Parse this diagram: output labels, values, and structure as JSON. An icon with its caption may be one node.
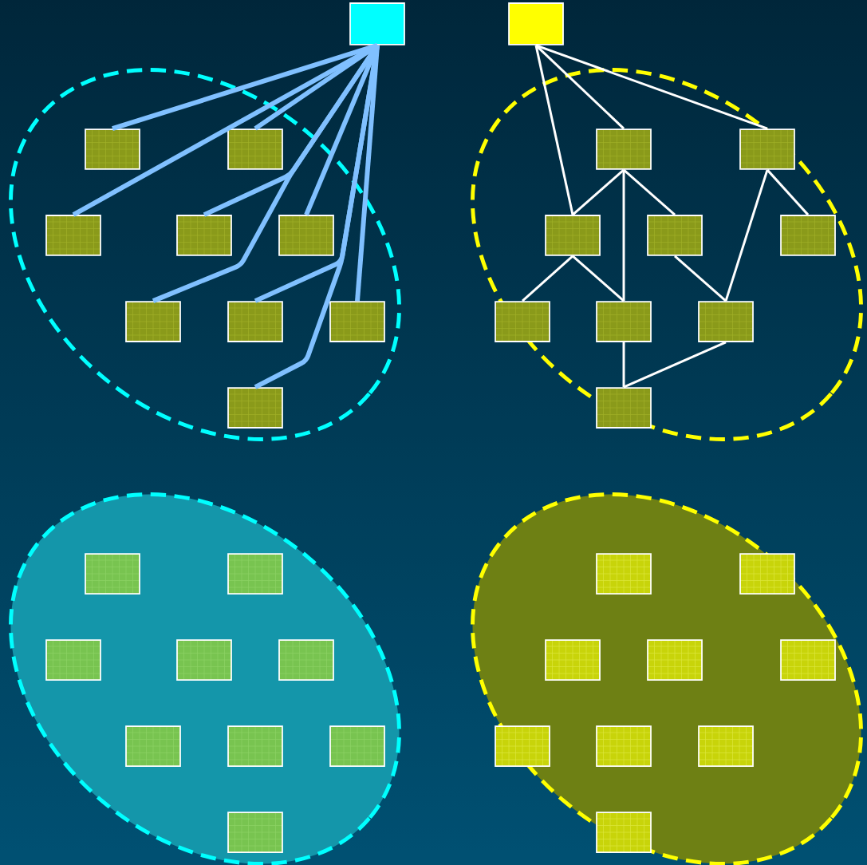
{
  "diagram": {
    "nodes": [
      {
        "text": [],
        "shape": "box"
      },
      {
        "text": [],
        "shape": "box"
      },
      {
        "text": [],
        "shape": "ellipse"
      },
      {
        "text": [],
        "shape": "box",
        "in": 2
      },
      {
        "text": [],
        "shape": "box",
        "in": 2
      },
      {
        "text": [],
        "shape": "box",
        "in": 2
      },
      {
        "text": [],
        "shape": "box",
        "in": 2
      },
      {
        "text": [],
        "shape": "box",
        "in": 2
      },
      {
        "text": [],
        "shape": "box",
        "in": 2
      },
      {
        "text": [],
        "shape": "box",
        "in": 2
      },
      {
        "text": [],
        "shape": "box",
        "in": 2
      },
      {
        "text": [],
        "shape": "box",
        "in": 2
      },
      {
        "text": [],
        "shape": "ellipse"
      },
      {
        "text": [],
        "shape": "box",
        "in": 12
      },
      {
        "text": [],
        "shape": "box",
        "in": 12
      },
      {
        "text": [],
        "shape": "box",
        "in": 12
      },
      {
        "text": [],
        "shape": "box",
        "in": 12
      },
      {
        "text": [],
        "shape": "box",
        "in": 12
      },
      {
        "text": [],
        "shape": "box",
        "in": 12
      },
      {
        "text": [],
        "shape": "box",
        "in": 12
      },
      {
        "text": [],
        "shape": "box",
        "in": 12
      },
      {
        "text": [],
        "shape": "box",
        "in": 12
      },
      {
        "text": [],
        "shape": "ellipse"
      },
      {
        "text": [],
        "shape": "box",
        "in": 22
      },
      {
        "text": [],
        "shape": "box",
        "in": 22
      },
      {
        "text": [],
        "shape": "box",
        "in": 22
      },
      {
        "text": [],
        "shape": "box",
        "in": 22
      },
      {
        "text": [],
        "shape": "box",
        "in": 22
      },
      {
        "text": [],
        "shape": "box",
        "in": 22
      },
      {
        "text": [],
        "shape": "box",
        "in": 22
      },
      {
        "text": [],
        "shape": "box",
        "in": 22
      },
      {
        "text": [],
        "shape": "box",
        "in": 22
      },
      {
        "text": [],
        "shape": "ellipse"
      },
      {
        "text": [],
        "shape": "box",
        "in": 32
      },
      {
        "text": [],
        "shape": "box",
        "in": 32
      },
      {
        "text": [],
        "shape": "box",
        "in": 32
      },
      {
        "text": [],
        "shape": "box",
        "in": 32
      },
      {
        "text": [],
        "shape": "box",
        "in": 32
      },
      {
        "text": [],
        "shape": "box",
        "in": 32
      },
      {
        "text": [],
        "shape": "box",
        "in": 32
      },
      {
        "text": [],
        "shape": "box",
        "in": 32
      },
      {
        "text": [],
        "shape": "box",
        "in": 32
      }
    ],
    "edges": [
      {
        "from": 0,
        "to": 3,
        "arrow": "none",
        "style": "thick",
        "color": "#80c0ff"
      },
      {
        "from": 0,
        "to": 4,
        "arrow": "none",
        "style": "thick",
        "color": "#80c0ff"
      },
      {
        "from": 0,
        "to": 5,
        "arrow": "none",
        "style": "thick",
        "color": "#80c0ff"
      },
      {
        "from": 0,
        "to": 6,
        "arrow": "none",
        "style": "thick",
        "color": "#80c0ff"
      },
      {
        "from": 0,
        "to": 7,
        "arrow": "none",
        "style": "thick",
        "color": "#80c0ff"
      },
      {
        "from": 0,
        "to": 8,
        "arrow": "none",
        "style": "thick",
        "color": "#80c0ff"
      },
      {
        "from": 0,
        "to": 9,
        "arrow": "none",
        "style": "thick",
        "color": "#80c0ff"
      },
      {
        "from": 0,
        "to": 10,
        "arrow": "none",
        "style": "thick",
        "color": "#80c0ff"
      },
      {
        "from": 0,
        "to": 11,
        "arrow": "none",
        "style": "thick",
        "color": "#80c0ff"
      },
      {
        "from": 1,
        "to": 13,
        "arrow": "none"
      },
      {
        "from": 1,
        "to": 14,
        "arrow": "none"
      },
      {
        "from": 1,
        "to": 15,
        "arrow": "none"
      },
      {
        "from": 13,
        "to": 15,
        "arrow": "none"
      },
      {
        "from": 13,
        "to": 19,
        "arrow": "none"
      },
      {
        "from": 13,
        "to": 16,
        "arrow": "none"
      },
      {
        "from": 14,
        "to": 17,
        "arrow": "none"
      },
      {
        "from": 14,
        "to": 20,
        "arrow": "none"
      },
      {
        "from": 15,
        "to": 18,
        "arrow": "none"
      },
      {
        "from": 15,
        "to": 19,
        "arrow": "none"
      },
      {
        "from": 16,
        "to": 20,
        "arrow": "none"
      },
      {
        "from": 19,
        "to": 21,
        "arrow": "none"
      },
      {
        "from": 20,
        "to": 21,
        "arrow": "none"
      }
    ]
  }
}
